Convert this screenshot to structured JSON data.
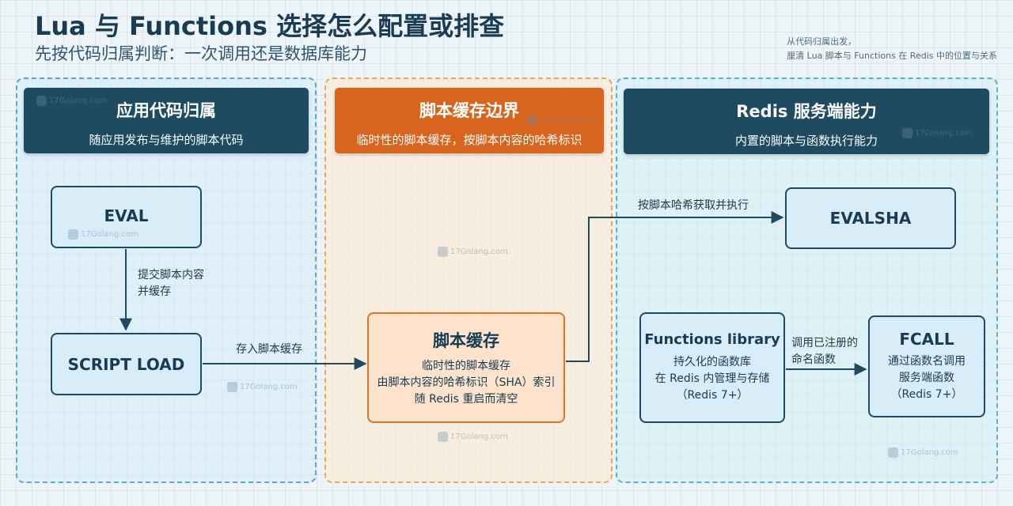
{
  "header": {
    "title": "Lua 与 Functions 选择怎么配置或排查",
    "subtitle": "先按代码归属判断：一次调用还是数据库能力"
  },
  "note": {
    "line1": "从代码归属出发，",
    "line2": "厘清 Lua 脚本与 Functions 在 Redis 中的位置与关系"
  },
  "columns": {
    "app": {
      "title": "应用代码归属",
      "subtitle": "随应用发布与维护的脚本代码"
    },
    "cache": {
      "title": "脚本缓存边界",
      "subtitle": "临时性的脚本缓存，按脚本内容的哈希标识"
    },
    "server": {
      "title": "Redis 服务端能力",
      "subtitle": "内置的脚本与函数执行能力"
    }
  },
  "nodes": {
    "eval": {
      "title": "EVAL"
    },
    "script_load": {
      "title": "SCRIPT LOAD"
    },
    "script_cache": {
      "title": "脚本缓存",
      "lines": [
        "临时性的脚本缓存",
        "由脚本内容的哈希标识（SHA）索引",
        "随 Redis 重启而清空"
      ]
    },
    "evalsha": {
      "title": "EVALSHA"
    },
    "functions_library": {
      "title": "Functions library",
      "lines": [
        "持久化的函数库",
        "在 Redis 内管理与存储",
        "（Redis 7+）"
      ]
    },
    "fcall": {
      "title": "FCALL",
      "lines": [
        "通过函数名调用",
        "服务端函数",
        "（Redis 7+）"
      ]
    }
  },
  "edges": {
    "submit": {
      "line1": "提交脚本内容",
      "line2": "并缓存"
    },
    "store": "存入脚本缓存",
    "fetch": "按脚本哈希获取并执行",
    "call": {
      "line1": "调用已注册的",
      "line2": "命名函数"
    }
  },
  "watermark": "17Golang.com",
  "colors": {
    "navy": "#1e4a62",
    "orange": "#d8641e",
    "app_bg": "#d4ebf7",
    "cache_bg": "#fdead2",
    "cache_node": "#fde3cc"
  }
}
